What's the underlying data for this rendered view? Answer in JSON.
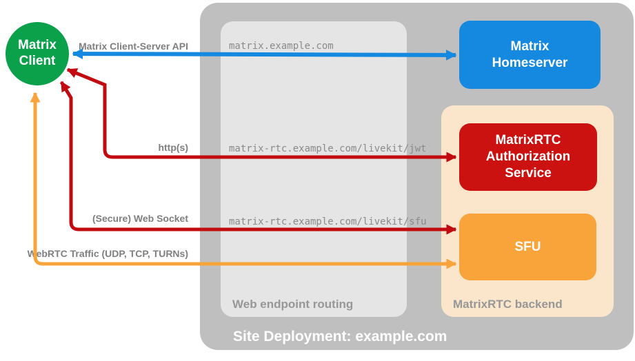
{
  "diagram": {
    "client": {
      "label": "Matrix Client",
      "color": "#0ba14b"
    },
    "deployment": {
      "label": "Site Deployment: example.com",
      "bg": "#bfbfbf"
    },
    "routing": {
      "label": "Web endpoint routing",
      "bg": "#e5e5e5",
      "endpoints": [
        "matrix.example.com",
        "matrix-rtc.example.com/livekit/jwt",
        "matrix-rtc.example.com/livekit/sfu"
      ]
    },
    "backend": {
      "label": "MatrixRTC backend",
      "bg": "#fbe5cb"
    },
    "homeserver": {
      "label": "Matrix Homeserver",
      "color": "#1589e0"
    },
    "auth_service": {
      "label": "MatrixRTC Authorization Service",
      "color": "#cc1111"
    },
    "sfu": {
      "label": "SFU",
      "color": "#f9a43b"
    },
    "arrows": {
      "api": {
        "label": "Matrix Client-Server API",
        "color": "#1589e0"
      },
      "http": {
        "label": "http(s)",
        "color": "#c20b10"
      },
      "websocket": {
        "label": "(Secure) Web Socket",
        "color": "#c20b10"
      },
      "webrtc": {
        "label": "WebRTC Traffic (UDP, TCP, TURNs)",
        "color": "#f9a43b"
      }
    }
  }
}
